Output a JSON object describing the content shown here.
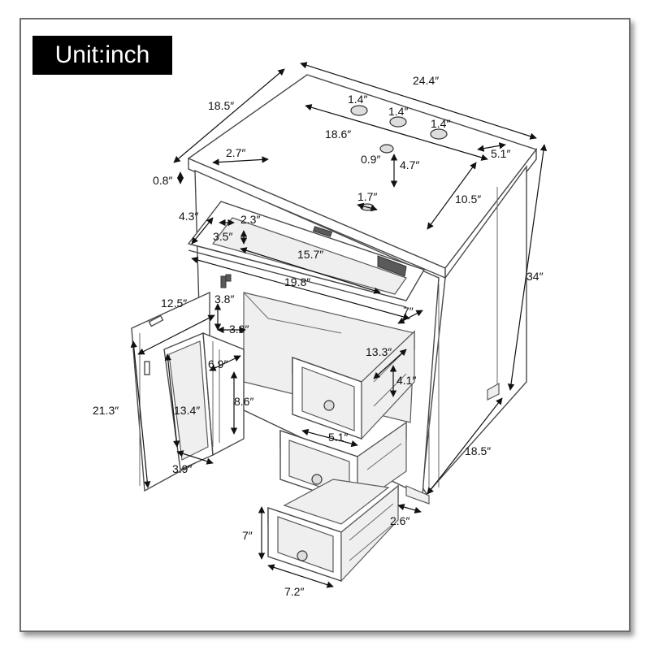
{
  "header": {
    "unit_label": "Unit:inch"
  },
  "dimensions": {
    "width_top": "24.4″",
    "depth_top": "18.5″",
    "top_thickness": "0.8″",
    "inset_27": "2.7″",
    "hole1": "1.4″",
    "hole2": "1.4″",
    "hole3": "1.4″",
    "hole_span": "18.6″",
    "hole_small": "0.9″",
    "hole_depth": "4.7″",
    "back_offset": "5.1″",
    "back_depth": "10.5″",
    "flap_gap": "1.7″",
    "height": "34″",
    "flap_height": "4.3″",
    "flap_inner": "2.3″",
    "flap_small": "3.5″",
    "flap_inner_width": "15.7″",
    "flap_width": "19.8″",
    "side_7": "7″",
    "door_width": "12.5″",
    "shelf_38": "3.8″",
    "shelf_39": "3.9″",
    "door_height": "21.3″",
    "inner_69": "6.9″",
    "inner_134": "13.4″",
    "inner_86": "8.6″",
    "inner_39_bottom": "3.9″",
    "drawer_depth": "13.3″",
    "drawer_height": "4.1″",
    "drawer_width": "5.1″",
    "side_depth": "18.5″",
    "base_26": "2.6″",
    "bottom_drawer_height": "7″",
    "bottom_drawer_width": "7.2″"
  }
}
